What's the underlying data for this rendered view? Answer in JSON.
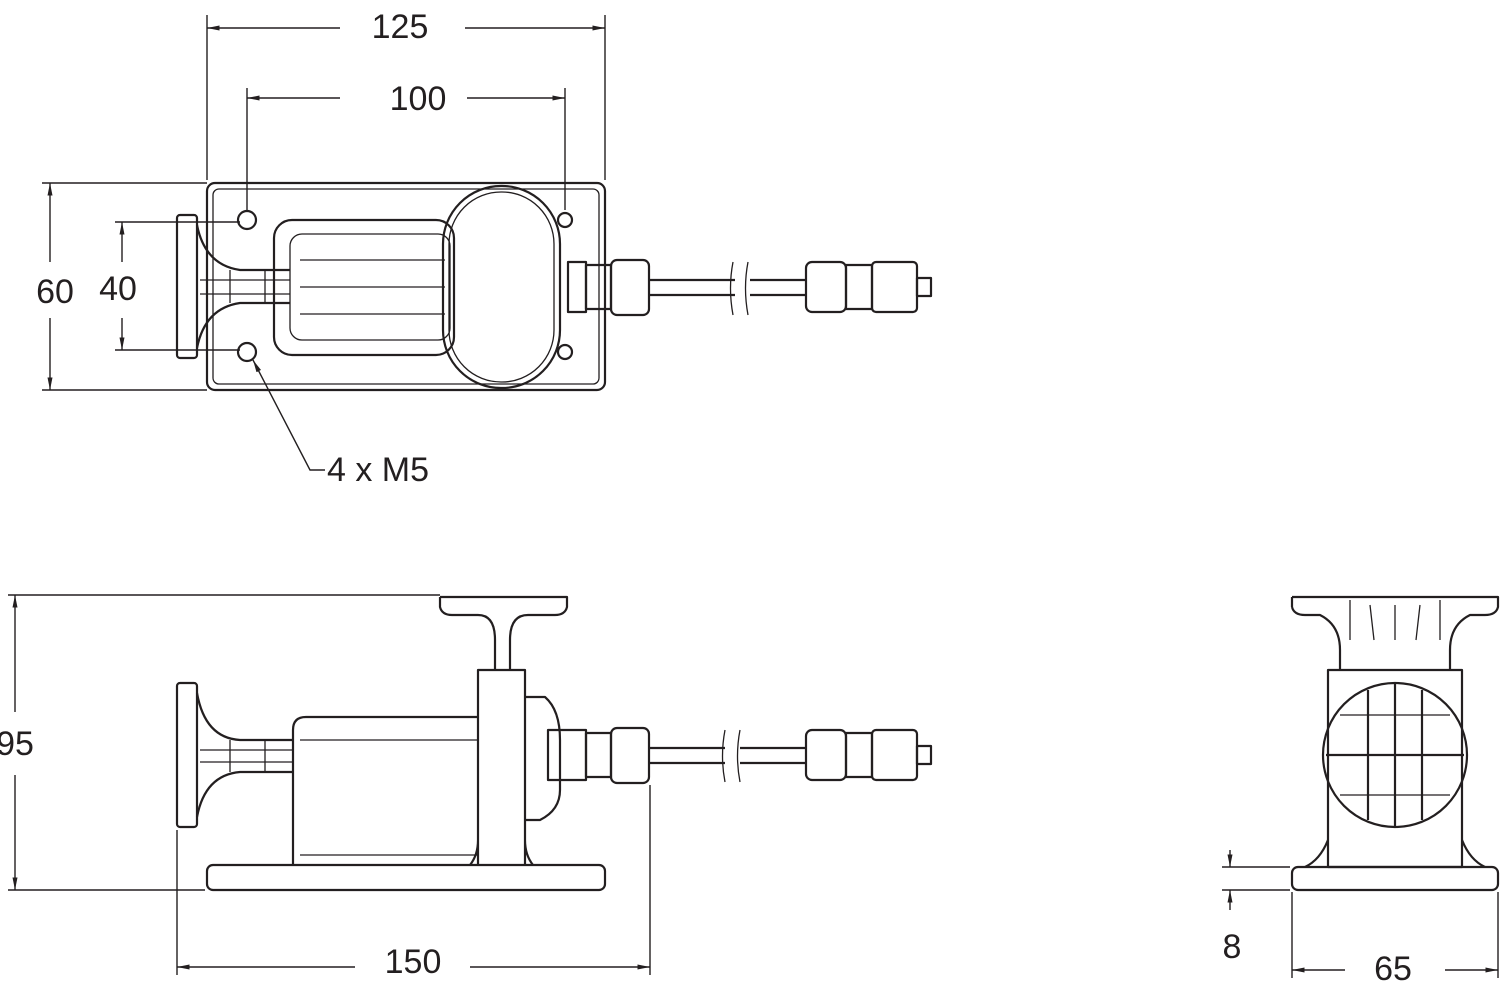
{
  "drawing": {
    "top_view": {
      "dim_overall_length": "125",
      "dim_hole_spacing_length": "100",
      "dim_overall_width": "60",
      "dim_hole_spacing_width": "40",
      "hole_callout": "4 x M5"
    },
    "side_view": {
      "dim_height": "95",
      "dim_length": "150"
    },
    "end_view": {
      "dim_base_thickness": "8",
      "dim_width": "65"
    },
    "line_color": "#231f20"
  }
}
